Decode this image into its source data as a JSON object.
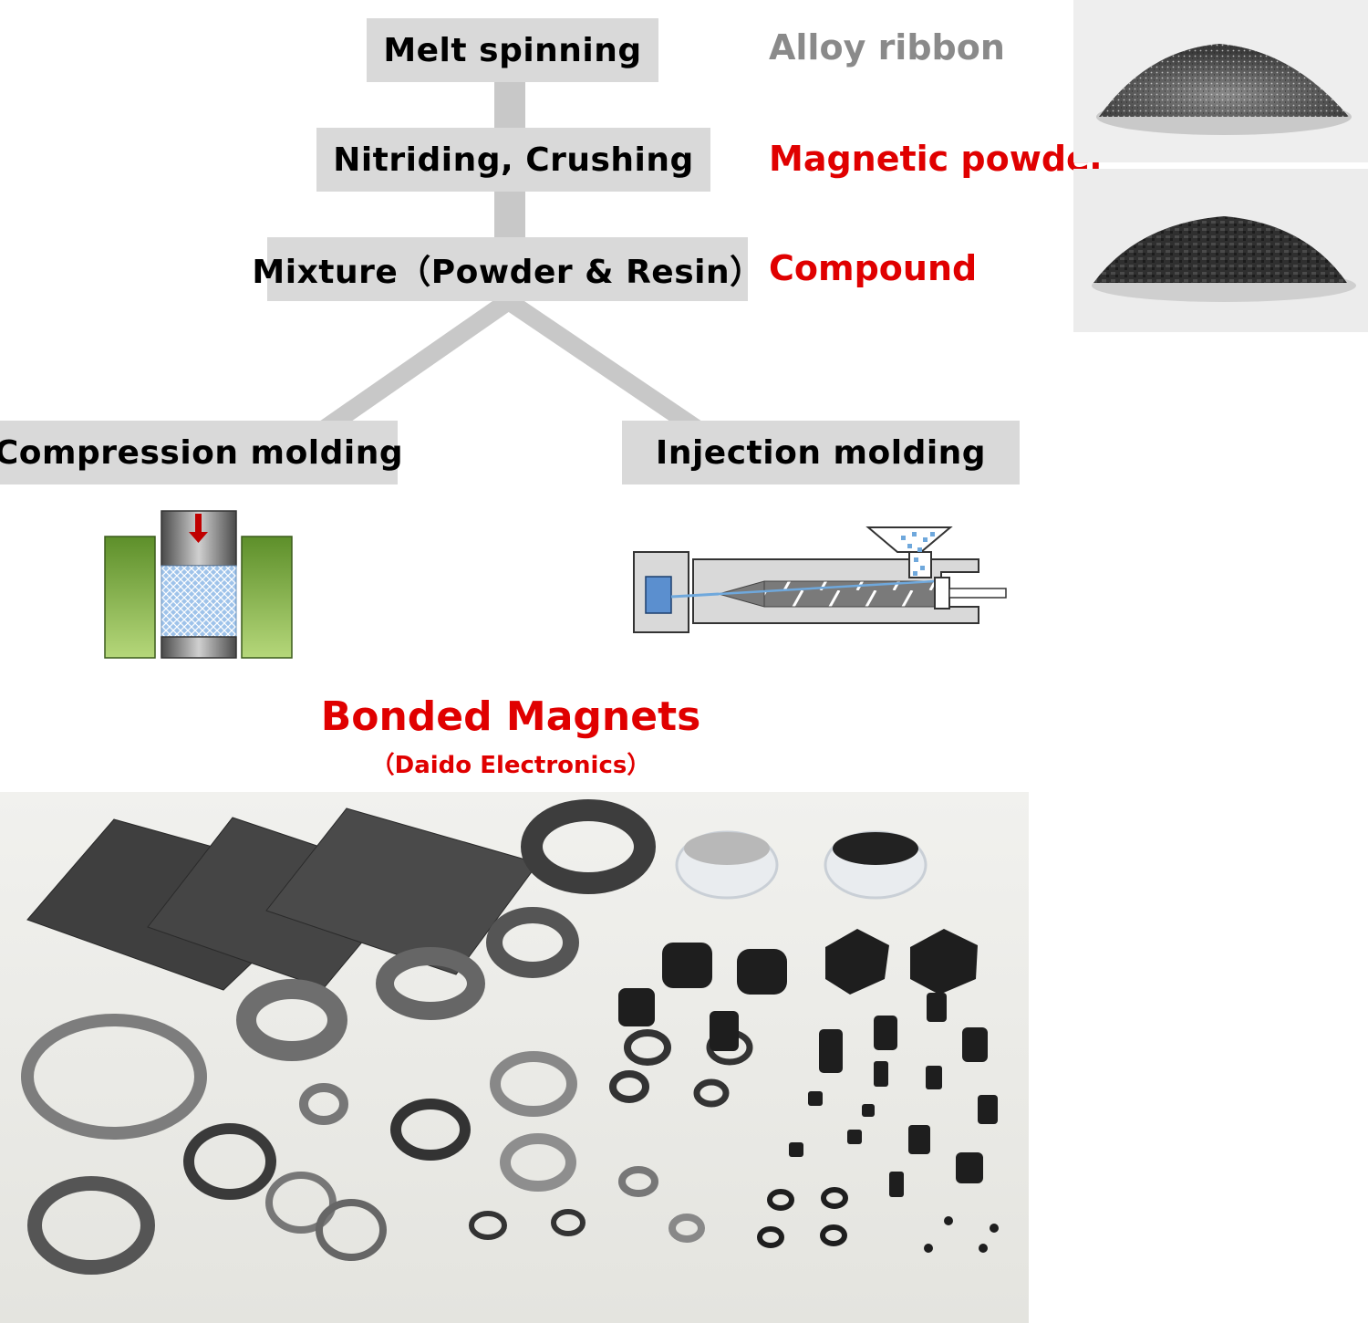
{
  "process": {
    "step1": "Melt spinning",
    "step2": "Nitriding, Crushing",
    "step3": "Mixture（Powder & Resin）",
    "branch_left": "Compression molding",
    "branch_right": "Injection molding"
  },
  "outputs": {
    "step1_product": "Alloy ribbon",
    "step2_product": "Magnetic powder",
    "step3_product": "Compound"
  },
  "result": {
    "title": "Bonded Magnets",
    "subtitle": "（Daido Electronics）"
  },
  "colors": {
    "box_fill": "#d9d9d9",
    "connector": "#c8c8c8",
    "highlight_red": "#e00000",
    "muted_gray": "#8a8a8a",
    "mold_green": "#8fbf4a",
    "powder_blue": "#6fa8dc",
    "arrow_red": "#c00000"
  },
  "icons": {
    "alloy_ribbon_photo": "metal-flake-pile",
    "compound_photo": "black-pellet-pile",
    "compression_diagram": "compression-mold",
    "injection_diagram": "injection-molding-machine",
    "magnets_photo": "bonded-magnet-assortment"
  }
}
